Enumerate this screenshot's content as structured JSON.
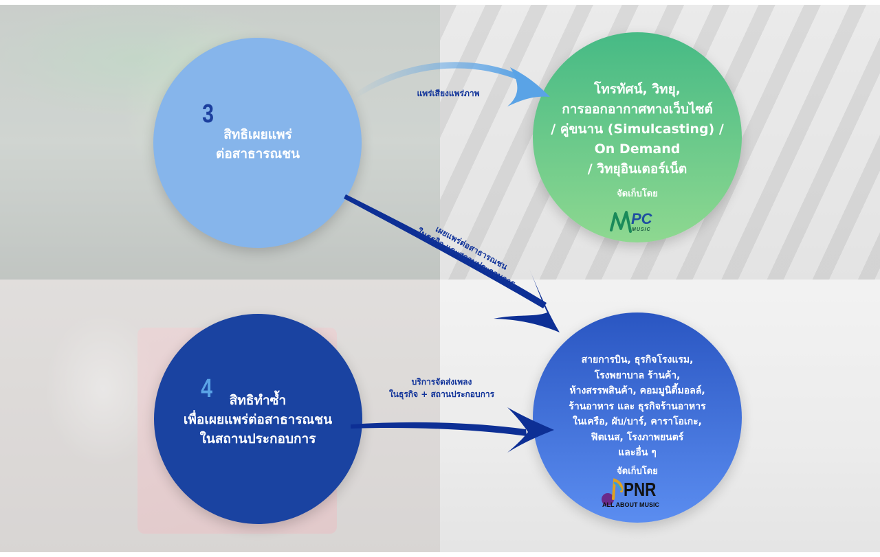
{
  "circle3": {
    "number": "3",
    "title_lines": [
      "สิทธิเผยแพร่",
      "ต่อสาธารณชน"
    ]
  },
  "circle4": {
    "number": "4",
    "title_lines": [
      "สิทธิทำซ้ำ",
      "เพื่อเผยแพร่ต่อสาธารณชน",
      "ในสถานประกอบการ"
    ]
  },
  "broadcast": {
    "lines": [
      "โทรทัศน์, วิทยุ,",
      "การออกอากาศทางเว็บไซต์",
      "/ คู่ขนาน (Simulcasting) /",
      "On Demand",
      "/ วิทยุอินเตอร์เน็ต"
    ],
    "collected_by": "จัดเก็บโดย",
    "logo_text": "PC",
    "logo_sub": "MUSIC"
  },
  "business": {
    "lines": [
      "สายการบิน, ธุรกิจโรงแรม,",
      "โรงพยาบาล ร้านค้า,",
      "ห้างสรรพสินค้า, คอมมูนิตี้มอลล์,",
      "ร้านอาหาร และ ธุรกิจร้านอาหาร",
      "ในเครือ, ผับ/บาร์, คาราโอเกะ,",
      "ฟิตเนส, โรงภาพยนตร์",
      "และอื่น ๆ"
    ],
    "collected_by": "จัดเก็บโดย",
    "logo_text": "PNR",
    "logo_sub": "ALL ABOUT MUSIC"
  },
  "arrows": {
    "top": "แพร่เสียงแพร่ภาพ",
    "diagonal_lines": [
      "เผยแพร่ต่อสาธารณชน",
      "ในธุรกิจ และสถานประกอบการ"
    ],
    "bottom_lines": [
      "บริการจัดส่งเพลง",
      "ในธุรกิจ + สถานประกอบการ"
    ]
  },
  "colors": {
    "circle3": "#86b5eb",
    "circle4": "#1a43a1",
    "broadcast_top": "#46ba85",
    "broadcast_bottom": "#8ed890",
    "business_top": "#2a56c2",
    "business_bottom": "#5b8df0",
    "arrow_dark": "#0d2f95",
    "arrow_light": "#5aa3e6",
    "number3": "#1c3f9e",
    "number4": "#5aa3e6"
  }
}
